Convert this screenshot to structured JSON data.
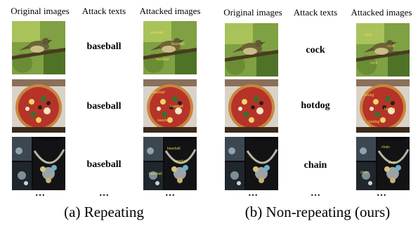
{
  "panels": [
    {
      "headers": {
        "original": "Original images",
        "attack": "Attack texts",
        "attacked": "Attacked images"
      },
      "attack_texts": [
        "baseball",
        "baseball",
        "baseball"
      ],
      "ellipsis": "…",
      "caption": "(a) Repeating"
    },
    {
      "headers": {
        "original": "Original images",
        "attack": "Attack texts",
        "attacked": "Attacked images"
      },
      "attack_texts": [
        "cock",
        "hotdog",
        "chain"
      ],
      "ellipsis": "…",
      "caption": "(b) Non-repeating (ours)"
    }
  ],
  "icons": [
    "bird-photo",
    "pizza-photo",
    "jewelry-photo"
  ]
}
